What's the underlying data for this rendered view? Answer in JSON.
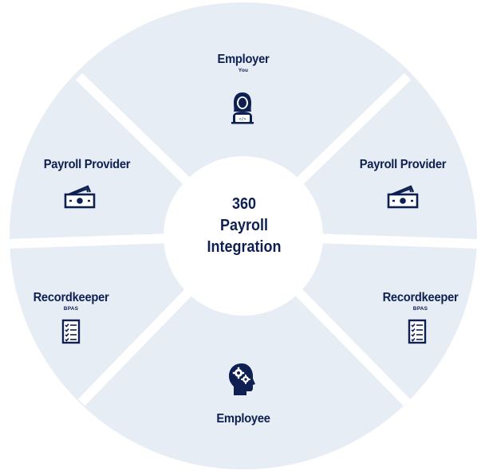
{
  "diagram": {
    "center": {
      "line1": "360",
      "line2": "Payroll",
      "line3": "Integration"
    },
    "segments": {
      "top": {
        "title": "Employer",
        "subtitle": "You",
        "icon": "person-laptop-icon"
      },
      "upper_right": {
        "title": "Payroll Provider",
        "icon": "money-stack-icon"
      },
      "lower_right": {
        "title": "Recordkeeper",
        "subtitle": "BPAS",
        "icon": "checklist-icon"
      },
      "bottom": {
        "title": "Employee",
        "icon": "head-gears-icon"
      },
      "lower_left": {
        "title": "Recordkeeper",
        "subtitle": "BPAS",
        "icon": "checklist-icon"
      },
      "upper_left": {
        "title": "Payroll Provider",
        "icon": "money-stack-icon"
      }
    },
    "colors": {
      "segment_fill": "#e7edf4",
      "text": "#0e1f52",
      "background": "#ffffff"
    }
  }
}
